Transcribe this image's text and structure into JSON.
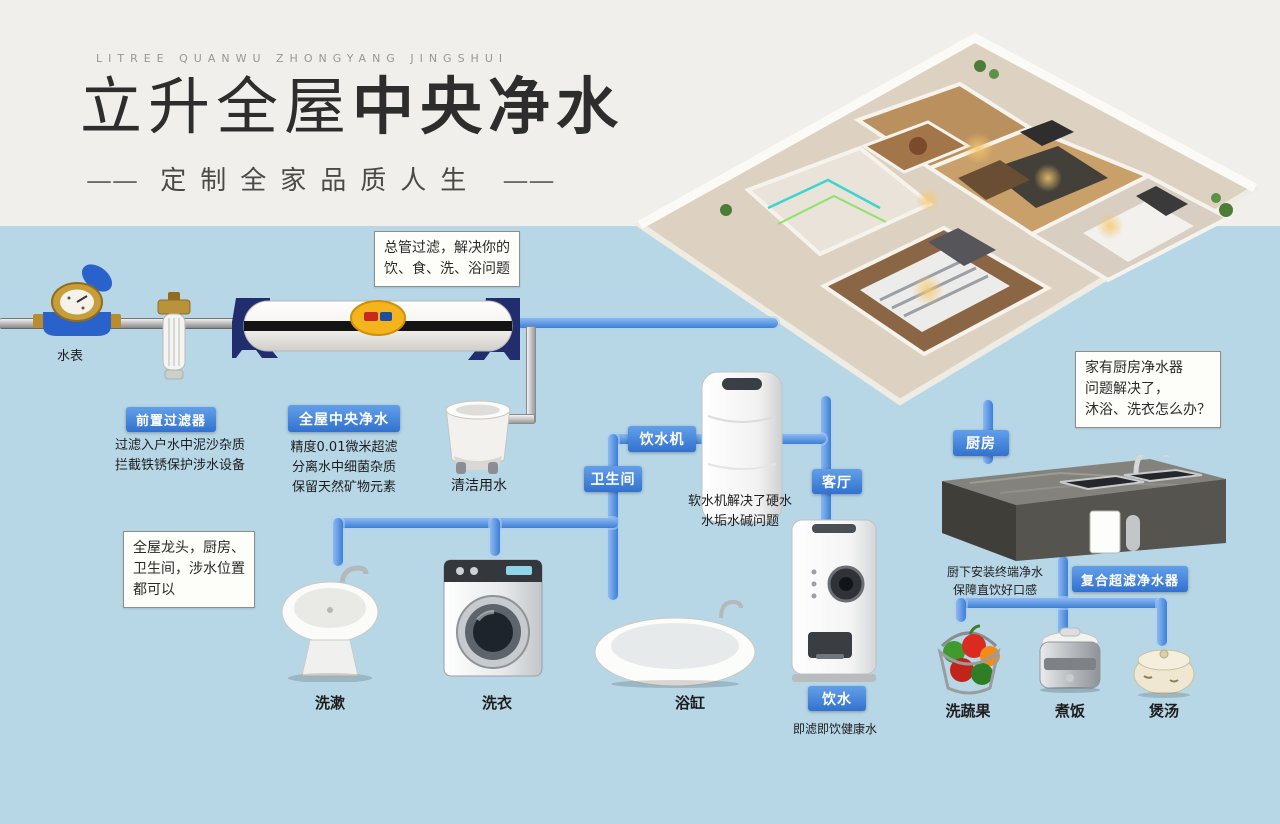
{
  "colors": {
    "bg_top": "#f1efec",
    "bg_bottom": "#b7d7e7",
    "badge_blue": "#3b7bd8",
    "pipe_blue": "#4a90e2"
  },
  "header": {
    "latin": "LITREE QUANWU ZHONGYANG JINGSHUI",
    "title_light": "立升全屋",
    "title_bold": "中央净水",
    "dash": "——",
    "subtitle": "定制全家品质人生"
  },
  "callouts": {
    "main_pipe": {
      "line1": "总管过滤，解决你的",
      "line2": "饮、食、洗、浴问题"
    },
    "whole_house": {
      "line1": "全屋龙头，厨房、",
      "line2": "卫生间，涉水位置",
      "line3": "都可以"
    },
    "kitchen_question": {
      "line1": "家有厨房净水器",
      "line2": "问题解决了，",
      "line3": "沐浴、洗衣怎么办？"
    }
  },
  "badges": {
    "prefilter": "前置过滤器",
    "central": "全屋中央净水",
    "dispenser": "饮水机",
    "bathroom": "卫生间",
    "living": "客厅",
    "kitchen": "厨房",
    "drink": "饮水",
    "composite": "复合超滤净水器"
  },
  "notes": {
    "water_meter": "水表",
    "prefilter": [
      "过滤入户水中泥沙杂质",
      "拦截铁锈保护涉水设备"
    ],
    "central": [
      "精度0.01微米超滤",
      "分离水中细菌杂质",
      "保留天然矿物元素"
    ],
    "mop": "清洁用水",
    "softener": [
      "软水机解决了硬水",
      "水垢水碱问题"
    ],
    "kitchen_terminal": [
      "厨下安装终端净水",
      "保障直饮好口感"
    ],
    "drink_note": "即滤即饮健康水"
  },
  "labels": {
    "basin": "洗漱",
    "washer": "洗衣",
    "bathtub": "浴缸",
    "veggies": "洗蔬果",
    "rice": "煮饭",
    "soup": "煲汤"
  }
}
